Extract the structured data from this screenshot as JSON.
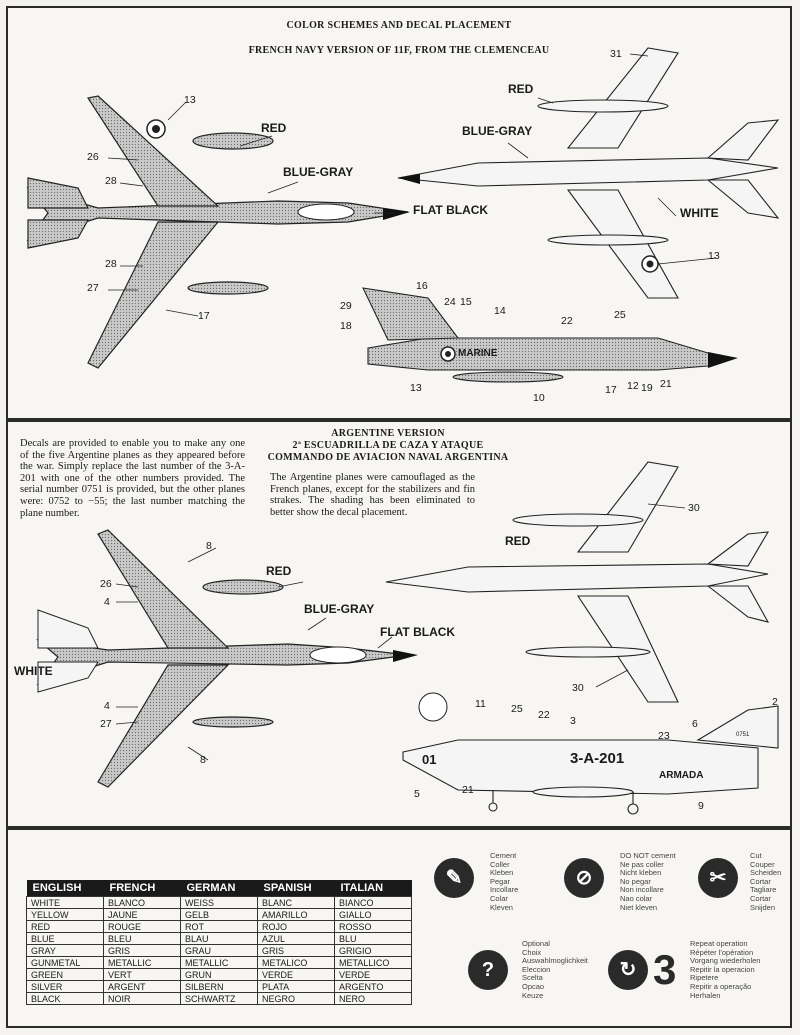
{
  "panel1": {
    "title": "COLOR SCHEMES AND DECAL PLACEMENT",
    "subtitle": "FRENCH NAVY VERSION OF 11F, FROM THE CLEMENCEAU",
    "labels": {
      "red1": "RED",
      "bluegray1": "BLUE-GRAY",
      "flatblack1": "FLAT BLACK",
      "red2": "RED",
      "bluegray2": "BLUE-GRAY",
      "white": "WHITE",
      "marine": "MARINE"
    },
    "callouts": [
      "13",
      "26",
      "28",
      "28",
      "27",
      "17",
      "31",
      "13",
      "16",
      "24",
      "15",
      "14",
      "29",
      "18",
      "22",
      "25",
      "13",
      "10",
      "17",
      "12",
      "19",
      "21"
    ]
  },
  "panel2": {
    "title1": "ARGENTINE VERSION",
    "title2": "2ª ESCUADRILLA DE CAZA Y ATAQUE",
    "title3": "COMMANDO DE AVIACION NAVAL ARGENTINA",
    "decal_note": "Decals are provided to enable you to make any one of the five Argentine planes as they appeared before the war. Simply replace the last number of the 3-A-201 with one of the other numbers provided. The serial number 0751 is provided, but the other planes were: 0752 to −55; the last number matching the plane number.",
    "camo_note": "The Argentine planes were camouflaged as the French planes, except for the stabilizers and fin strakes. The shading has been eliminated to better show the decal placement.",
    "labels": {
      "red1": "RED",
      "bluegray": "BLUE-GRAY",
      "flatblack": "FLAT BLACK",
      "white": "WHITE",
      "red2": "RED",
      "code": "3-A-201",
      "armada": "ARMADA",
      "nose": "01",
      "serial": "0751"
    },
    "callouts": [
      "8",
      "26",
      "4",
      "4",
      "27",
      "8",
      "30",
      "30",
      "11",
      "25",
      "22",
      "3",
      "2",
      "23",
      "6",
      "5",
      "21",
      "9"
    ]
  },
  "panel3": {
    "table": {
      "headers": [
        "ENGLISH",
        "FRENCH",
        "GERMAN",
        "SPANISH",
        "ITALIAN"
      ],
      "rows": [
        [
          "WHITE",
          "BLANCO",
          "WEISS",
          "BLANC",
          "BIANCO"
        ],
        [
          "YELLOW",
          "JAUNE",
          "GELB",
          "AMARILLO",
          "GIALLO"
        ],
        [
          "RED",
          "ROUGE",
          "ROT",
          "ROJO",
          "ROSSO"
        ],
        [
          "BLUE",
          "BLEU",
          "BLAU",
          "AZUL",
          "BLU"
        ],
        [
          "GRAY",
          "GRIS",
          "GRAU",
          "GRIS",
          "GRIGIO"
        ],
        [
          "GUNMETAL",
          "METALLIC",
          "METALLIC",
          "METALICO",
          "METALLICO"
        ],
        [
          "GREEN",
          "VERT",
          "GRUN",
          "VERDE",
          "VERDE"
        ],
        [
          "SILVER",
          "ARGENT",
          "SILBERN",
          "PLATA",
          "ARGENTO"
        ],
        [
          "BLACK",
          "NOIR",
          "SCHWARTZ",
          "NEGRO",
          "NERO"
        ]
      ]
    },
    "symbols": {
      "cement": [
        "Cement",
        "Coller",
        "Kleben",
        "Pegar",
        "Incollare",
        "Colar",
        "Kleven"
      ],
      "no_cement": [
        "DO NOT cement",
        "Ne pas coller",
        "Nicht kleben",
        "No pegar",
        "Non incollare",
        "Nao colar",
        "Niet kleven"
      ],
      "cut": [
        "Cut",
        "Couper",
        "Scheiden",
        "Cortar",
        "Tagliare",
        "Cortar",
        "Snijden"
      ],
      "optional": [
        "Optional",
        "Choix",
        "Auswahlmoglichkeit",
        "Eleccion",
        "Scelta",
        "Opcao",
        "Keuze"
      ],
      "repeat": [
        "Repeat operation",
        "Répéter l'opération",
        "Vorgang wiederholen",
        "Repitir la operacion",
        "Ripetere",
        "Repitir a operação",
        "Herhalen"
      ],
      "optional_glyph": "?",
      "repeat_glyph": "3"
    }
  }
}
